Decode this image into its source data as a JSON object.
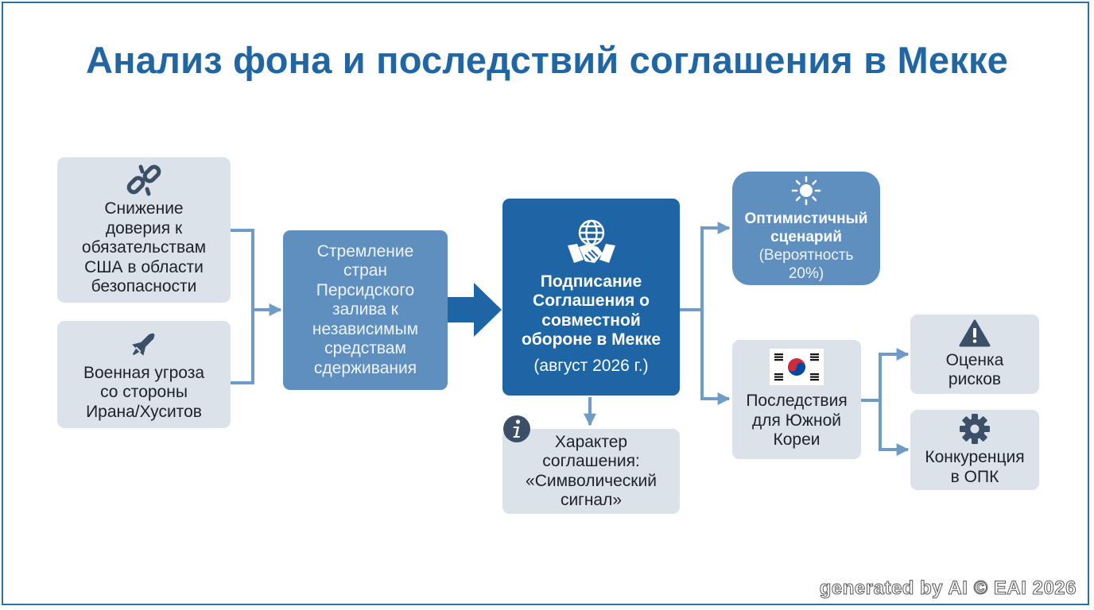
{
  "title": "Анализ фона и последствий соглашения в Мекке",
  "causes": {
    "trust": {
      "lines": [
        "Снижение",
        "доверия к",
        "обязательствам",
        "США в области",
        "безопасности"
      ],
      "icon": "broken-link-icon"
    },
    "threat": {
      "lines": [
        "Военная угроза",
        "со стороны",
        "Ирана/Хуситов"
      ],
      "icon": "missile-icon"
    }
  },
  "aspiration": {
    "lines": [
      "Стремление",
      "стран",
      "Персидского",
      "залива к",
      "независимым",
      "средствам",
      "сдерживания"
    ]
  },
  "signing": {
    "lines": [
      "Подписание",
      "Соглашения о",
      "совместной",
      "обороне в Мекке"
    ],
    "date": "(август 2026 г.)",
    "icon": "globe-handshake-icon"
  },
  "character": {
    "lines": [
      "Характер",
      "соглашения:",
      "«Символический",
      "сигнал»"
    ],
    "icon": "info-icon"
  },
  "optimistic": {
    "lines": [
      "Оптимистичный",
      "сценарий"
    ],
    "prob_lines": [
      "(Вероятность",
      "20%)"
    ],
    "icon": "sun-icon"
  },
  "korea": {
    "lines": [
      "Последствия",
      "для Южной",
      "Кореи"
    ],
    "icon": "south-korea-flag-icon"
  },
  "risk": {
    "lines": [
      "Оценка",
      "рисков"
    ],
    "icon": "warning-icon"
  },
  "competition": {
    "lines": [
      "Конкуренция",
      "в ОПК"
    ],
    "icon": "gear-icon"
  },
  "watermark": "generated by AI © EAI 2026",
  "colors": {
    "title": "#1f66a3",
    "gray_box": "#dbe2ea",
    "mid_box": "#5f8fbf",
    "dark_box": "#1e65a5",
    "connector": "#6f9cc6"
  }
}
